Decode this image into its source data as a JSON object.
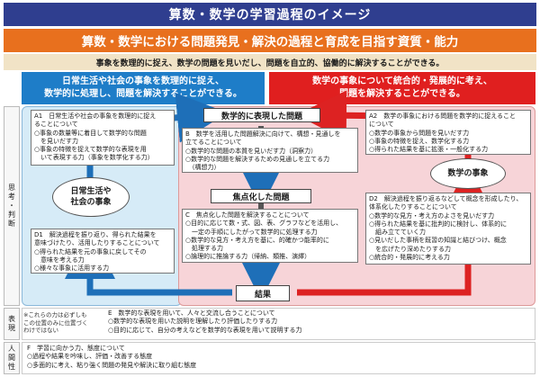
{
  "title": "算数・数学の学習過程のイメージ",
  "goal": "算数・数学における問題発見・解決の過程と育成を目指す資質・能力",
  "summary": "事象を数理的に捉え、数学の問題を見いだし、問題を自立的、協働的に解決することができる。",
  "header_left": [
    "日常生活や社会の事象を数理的に捉え、",
    "数学的に処理し、問題を解決することができる。"
  ],
  "header_right": [
    "数学の事象について統合的・発展的に考え、",
    "問題を解決することができる。"
  ],
  "side_labels": {
    "think": "思考・判断",
    "express": "表現",
    "human": "人間性"
  },
  "center": {
    "math_problem": "数学的に表現した問題",
    "focused_problem": "焦点化した問題",
    "result": "結果"
  },
  "ovals": {
    "daily": [
      "日常生活や",
      "社会の事象"
    ],
    "math": "数学の事象"
  },
  "boxes": {
    "A1": [
      "A1　日常生活や社会の事象を数理的に捉え",
      "ることについて",
      "○事象の数量等に着目して数学的な問題",
      "　を見いだす力",
      "○事象の特徴を捉えて数学的な表現を用",
      "　いて表現する力（事象を数学化する力）"
    ],
    "A2": [
      "A2　数学の事象における問題を数学的に捉えること",
      "について",
      "○数学の事象から問題を見いだす力",
      "○事象の特徴を捉え、数学化する力",
      "○得られた結果を基に拡張・一般化する力"
    ],
    "B": [
      "B　数学を活用した問題解決に向けて、構想・見通しを",
      "立てることについて",
      "○数学的な問題の本質を見いだす力（洞察力）",
      "○数学的な問題を解決するための見通しを立てる力",
      "　（構想力）"
    ],
    "C": [
      "C　焦点化した問題を解決することについて",
      "○目的に応じて数・式、図、表、グラフなどを活用し、",
      "　一定の手順にしたがって数学的に処理する力",
      "○数学的な見方・考え方を基に、的確かつ能率的に",
      "　処理する力",
      "○論理的に推論する力（帰納、類推、演繹）"
    ],
    "D1": [
      "D1　解決過程を振り返り、得られた結果を",
      "意味づけたり、活用したりすることについて",
      "○得られた結果を元の事象に戻してその",
      "　意味を考える力",
      "○様々な事象に活用する力"
    ],
    "D2": [
      "D2　解決過程を振り返るなどして概念を形成したり、",
      "体系化したりすることについて",
      "○数学的な見方・考え方のよさを見いだす力",
      "○得られた結果を基に批判的に検討し、体系的に",
      "　組み立てていく力",
      "○見いだした事柄を既習の知識と結びつけ、概念",
      "　を広げたり深めたりする力",
      "○統合的・発展的に考える力"
    ]
  },
  "note": [
    "※これらの力は必ずしも",
    "この位置のみに位置づく",
    "わけではない"
  ],
  "E": [
    "E　数学的な表現を用いて、人々と交流し合うことについて",
    "○数学的な表現を用いた説明を理解したり評価したりする力",
    "○目的に応じて、自分の考えなどを数学的な表現を用いて説明する力"
  ],
  "F": [
    "F　学習に向かう力、態度について",
    "○過程や結果を吟味し、評価・改善する態度",
    "○多面的に考え、粘り強く問題の発見や解決に取り組む態度"
  ],
  "colors": {
    "title": "#2f3e8f",
    "goal": "#e8701e",
    "left": "#1e7dc8",
    "right": "#e01f1f",
    "arrow": "#1e6fb8",
    "arrow_red": "#d22"
  }
}
